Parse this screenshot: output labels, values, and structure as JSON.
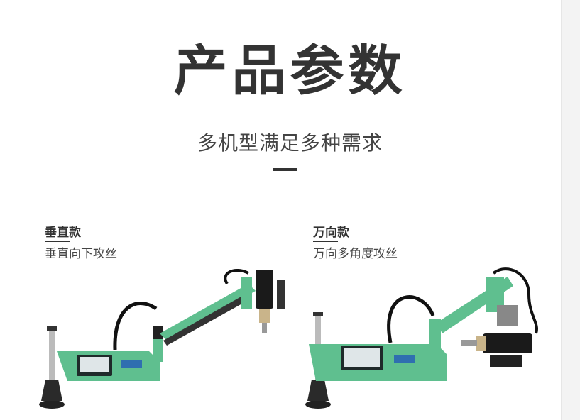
{
  "header": {
    "title": "产品参数",
    "subtitle": "多机型满足多种需求"
  },
  "models": [
    {
      "name": "垂直款",
      "description": "垂直向下攻丝"
    },
    {
      "name": "万向款",
      "description": "万向多角度攻丝"
    }
  ],
  "colors": {
    "machine_green": "#5fbf8f",
    "text": "#333333"
  }
}
